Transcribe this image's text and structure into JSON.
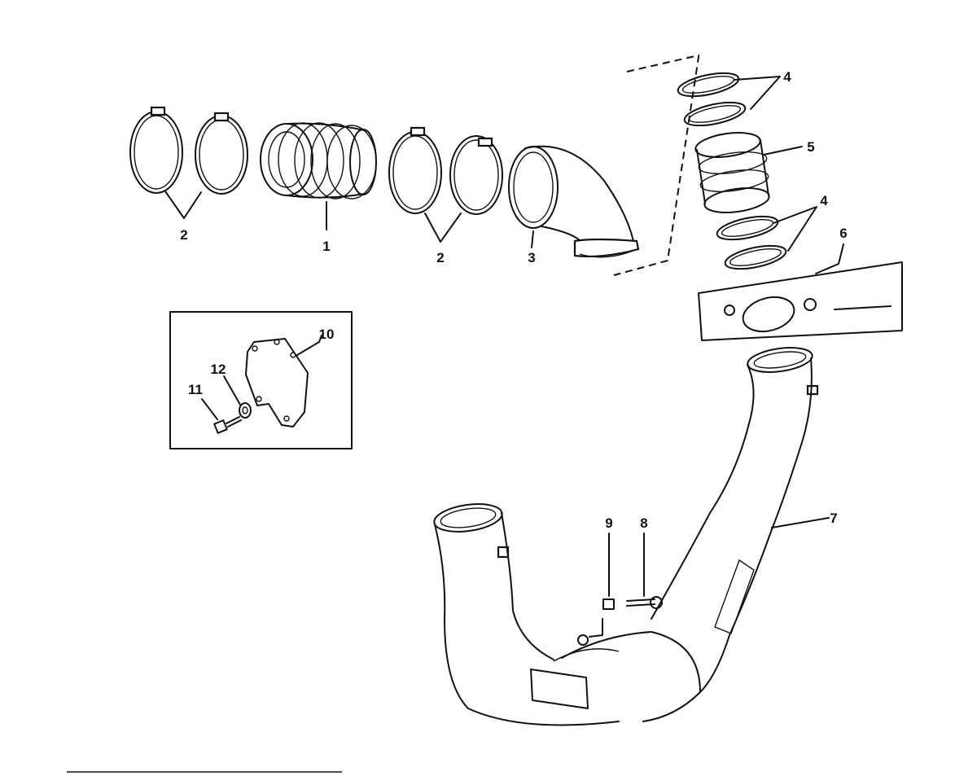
{
  "callouts": {
    "c1": "1",
    "c2a": "2",
    "c2b": "2",
    "c3": "3",
    "c4a": "4",
    "c4b": "4",
    "c5": "5",
    "c6": "6",
    "c7": "7",
    "c8": "8",
    "c9": "9",
    "c10": "10",
    "c11": "11",
    "c12": "12"
  },
  "colors": {
    "ink": "#111111",
    "paper": "#ffffff"
  }
}
